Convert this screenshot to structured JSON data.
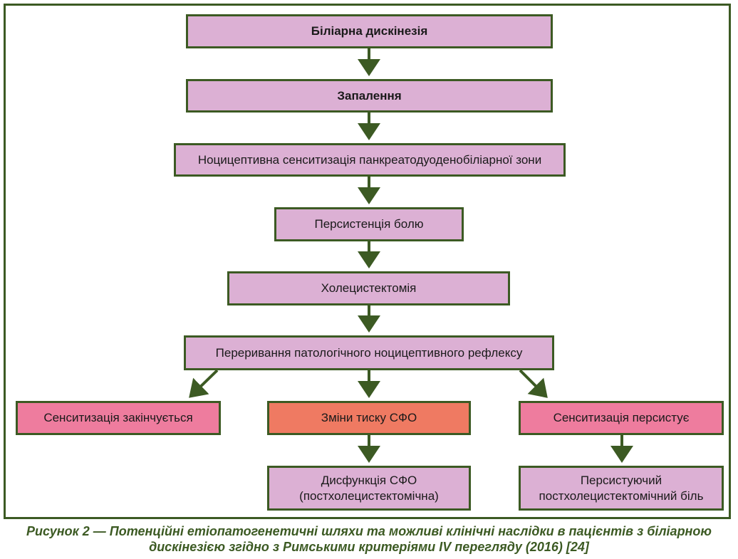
{
  "nodes": {
    "biliary_dyskinesia": "Біліарна дискінезія",
    "inflammation": "Запалення",
    "nociceptive_sensitization": "Ноцицептивна сенситизація панкреатодуоденобіліарної зони",
    "pain_persistence": "Персистенція болю",
    "cholecystectomy": "Холецистектомія",
    "reflex_interruption": "Переривання патологічного ноцицептивного рефлексу",
    "sensitization_ends": "Сенситизація закінчується",
    "sfo_pressure_change": "Зміни тиску СФО",
    "sensitization_persists": "Сенситизація персистує",
    "sfo_dysfunction_line1": "Дисфункція СФО",
    "sfo_dysfunction_line2": "(постхолецистектомічна)",
    "persistent_pain_line1": "Персистуючий",
    "persistent_pain_line2": "постхолецистектомічний біль"
  },
  "caption": {
    "line1": "Рисунок 2 — Потенційні етіопатогенетичні шляхи та можливі клінічні наслідки в пацієнтів з біліарною",
    "line2": "дискінезією згідно з Римськими критеріями IV перегляду (2016) [24]"
  },
  "colors": {
    "border": "#3c5a23",
    "violet": "#dcb0d4",
    "pink": "#ee7c9e",
    "salmon": "#ef7a62"
  }
}
